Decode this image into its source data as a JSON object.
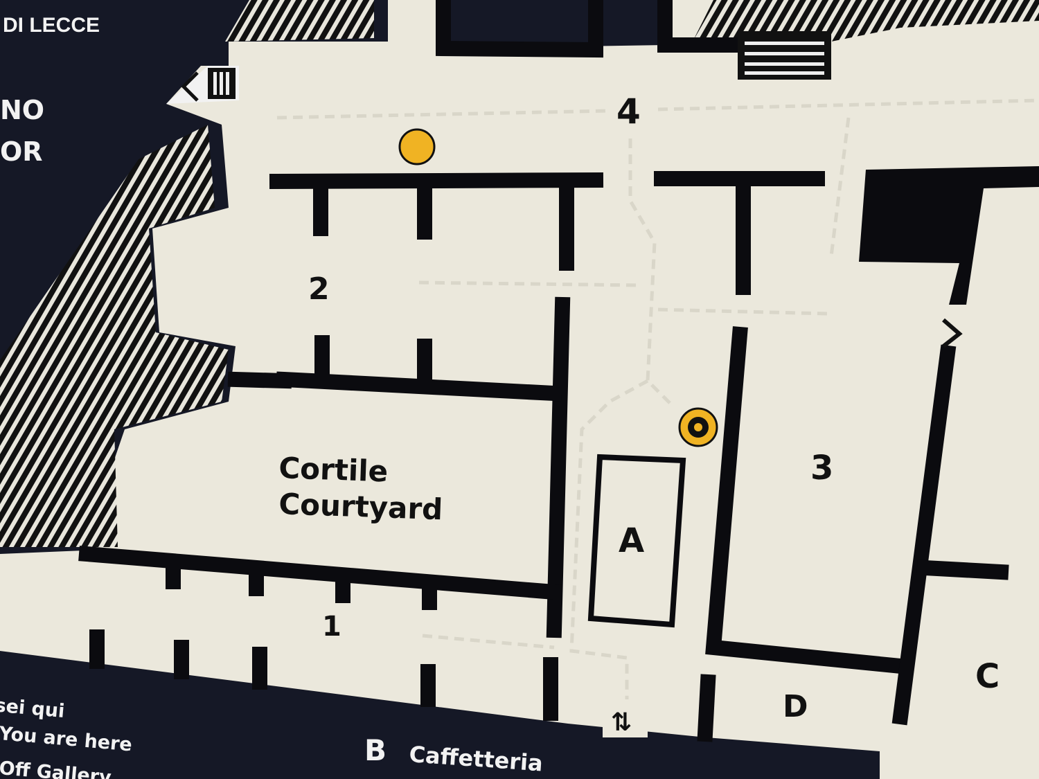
{
  "header": {
    "title_fragment": "DI LECCE",
    "line1_fragment": "NO",
    "line2_fragment": "OR"
  },
  "rooms": {
    "r1": "1",
    "r2": "2",
    "r3": "3",
    "r4": "4",
    "a": "A",
    "c": "C",
    "d": "D"
  },
  "courtyard": {
    "it": "Cortile",
    "en": "Courtyard"
  },
  "legend": {
    "you_are_here_it": "sei qui",
    "you_are_here_en": "You are here",
    "off_gallery": "Off Gallery",
    "b_letter": "B",
    "b_label": "Caffetteria"
  },
  "colors": {
    "background": "#151826",
    "map": "#ebe8dc",
    "walls": "#0b0b0f",
    "marker": "#f0b323"
  },
  "icons": [
    "left-arrow-icon",
    "stairs-icon",
    "right-arrow-icon",
    "you-are-here-marker-icon",
    "point-marker-icon",
    "elevator-arrows-icon"
  ]
}
